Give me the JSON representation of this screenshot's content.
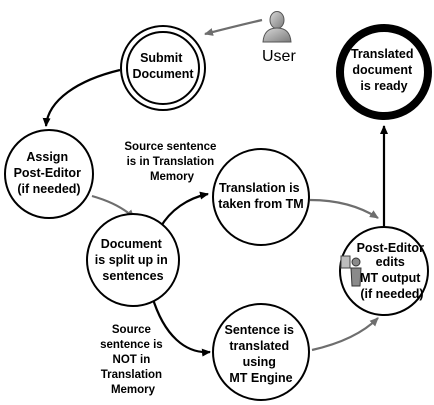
{
  "user": {
    "label": "User",
    "icon": "user-icon"
  },
  "nodes": {
    "submit": {
      "lines": [
        "Submit",
        "Document"
      ]
    },
    "assign": {
      "lines": [
        "Assign",
        "Post-Editor",
        "(if needed)"
      ]
    },
    "split": {
      "lines": [
        "Document",
        "is split up in",
        "sentences"
      ]
    },
    "tm": {
      "lines": [
        "Translation is",
        "taken from TM"
      ]
    },
    "mt": {
      "lines": [
        "Sentence is",
        "translated",
        "using",
        "MT Engine"
      ]
    },
    "postedit": {
      "lines": [
        "Post-Editor",
        "edits",
        "MT output",
        "(if needed)"
      ],
      "icon": "post-editor-icon"
    },
    "ready": {
      "lines": [
        "Translated",
        "document",
        "is ready"
      ]
    }
  },
  "edge_labels": {
    "in_tm": [
      "Source sentence",
      "is in Translation",
      "Memory"
    ],
    "not_in_tm": [
      "Source",
      "sentence is",
      "NOT in",
      "Translation",
      "Memory"
    ]
  },
  "colors": {
    "line": "#000000",
    "grey_line": "#6e6e6e",
    "background": "#ffffff"
  }
}
